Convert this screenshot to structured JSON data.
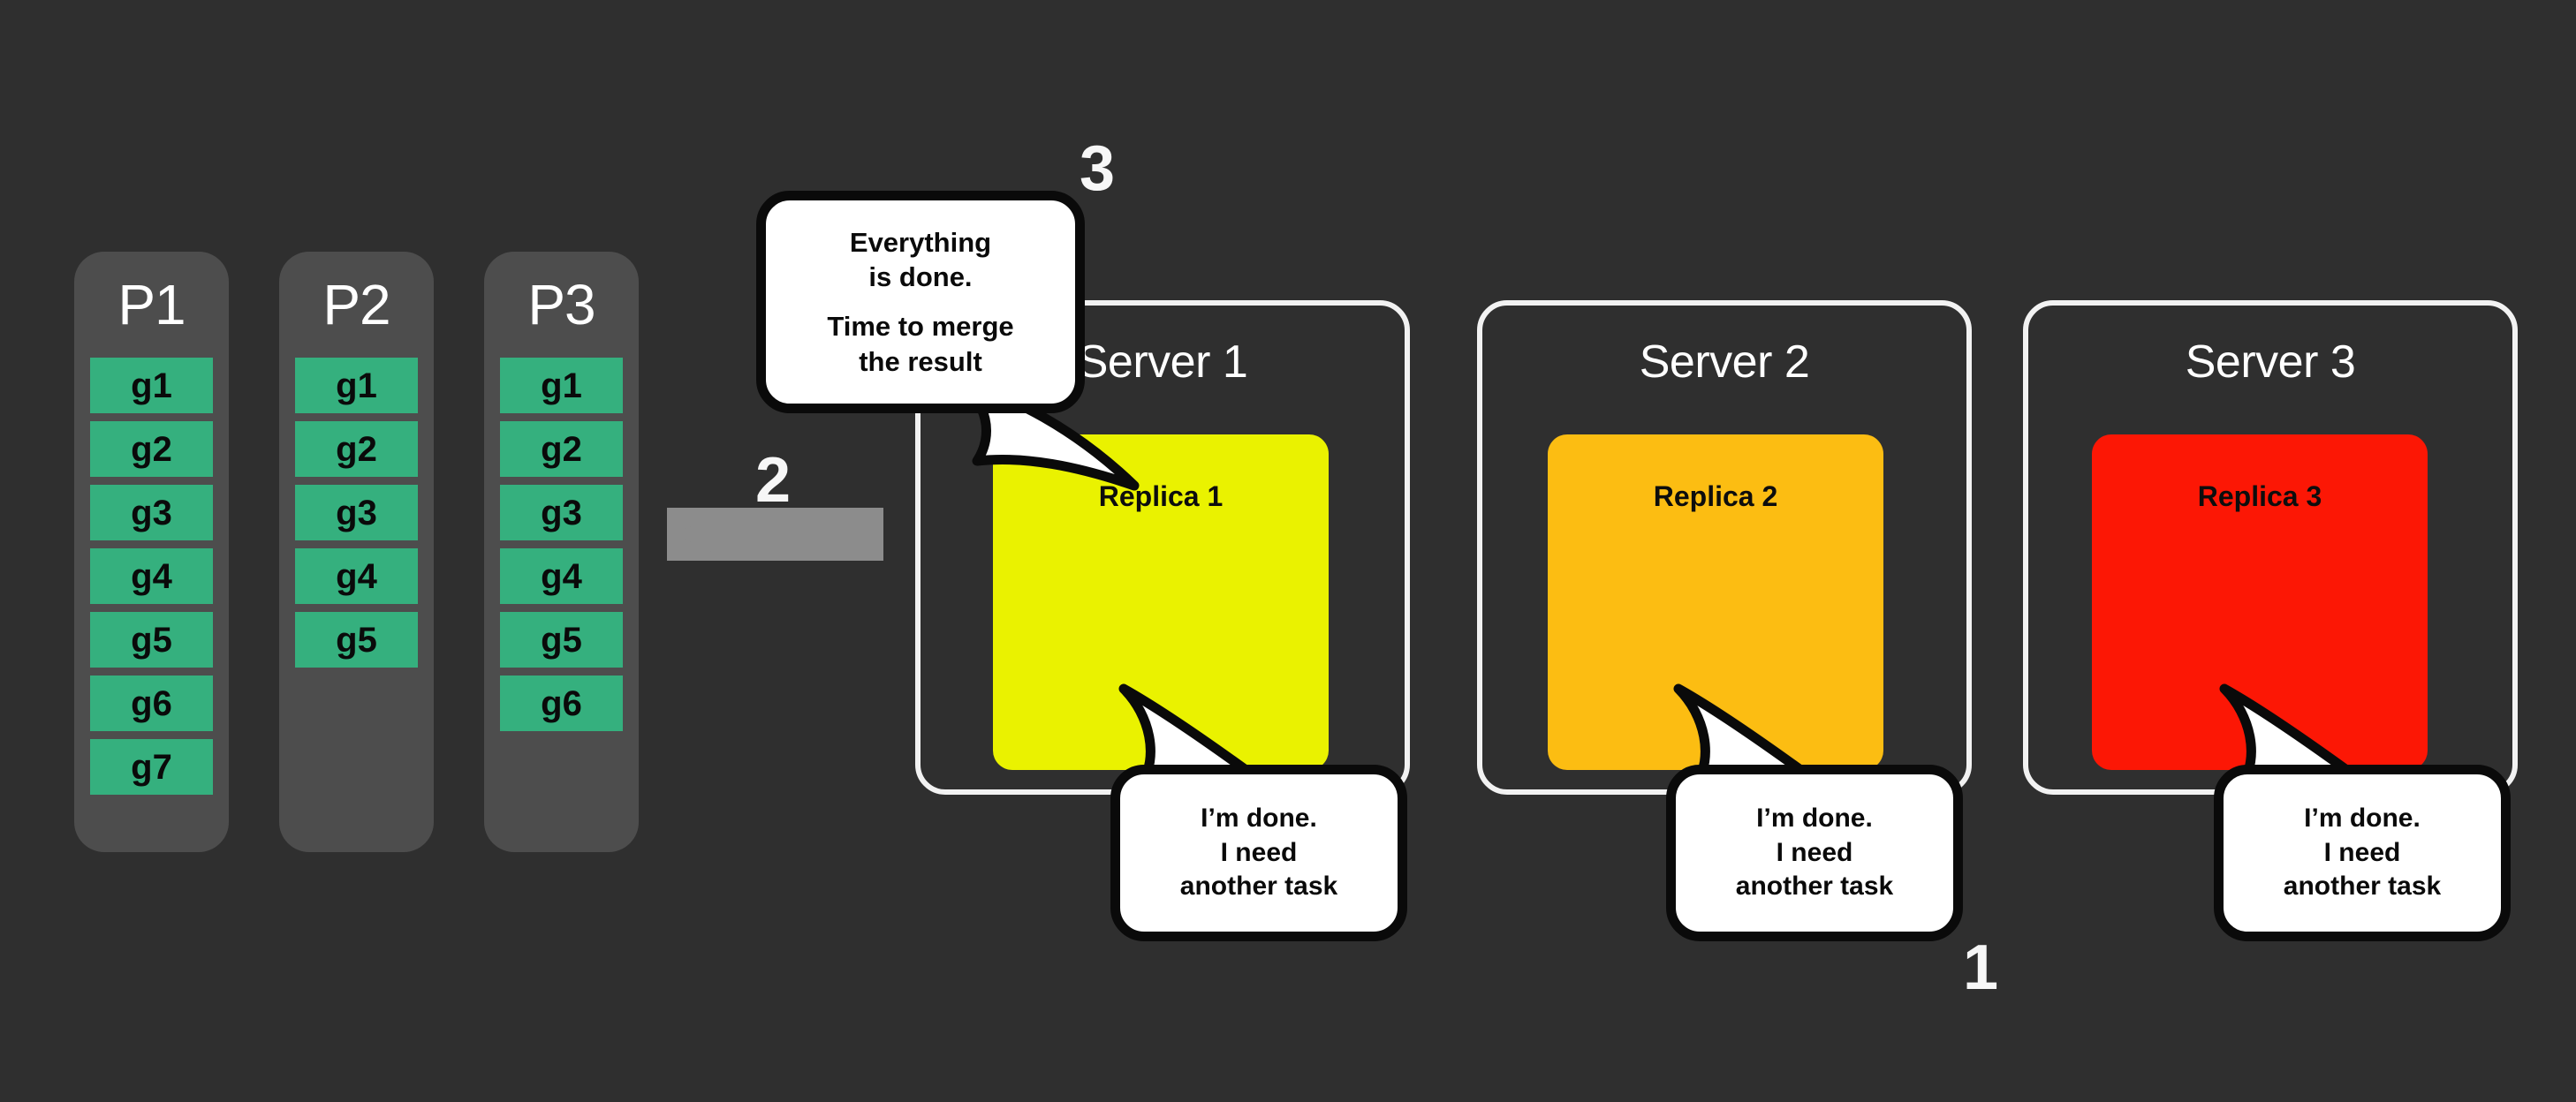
{
  "diagram": {
    "background_color": "#2f2f2f",
    "partitions": [
      {
        "label": "P1",
        "items": [
          "g1",
          "g2",
          "g3",
          "g4",
          "g5",
          "g6",
          "g7"
        ]
      },
      {
        "label": "P2",
        "items": [
          "g1",
          "g2",
          "g3",
          "g4",
          "g5"
        ]
      },
      {
        "label": "P3",
        "items": [
          "g1",
          "g2",
          "g3",
          "g4",
          "g5",
          "g6"
        ]
      }
    ],
    "partition_tile_color": "#35b07e",
    "partition_box_color": "#4d4d4d",
    "servers": [
      {
        "title": "Server 1",
        "replica_label": "Replica 1",
        "replica_color": "#eaf200"
      },
      {
        "title": "Server 2",
        "replica_label": "Replica 2",
        "replica_color": "#fcbd12"
      },
      {
        "title": "Server 3",
        "replica_label": "Replica 3",
        "replica_color": "#fc1705"
      }
    ],
    "merge_bubble": {
      "lines": [
        "Everything",
        "is done.",
        "Time to merge",
        "the result"
      ]
    },
    "done_bubble": {
      "lines": [
        "I’m done.",
        "I need",
        "another task"
      ]
    },
    "steps": {
      "one": "1",
      "two": "2",
      "three": "3"
    },
    "arrow": {
      "direction": "left",
      "color": "#8c8c8c"
    }
  }
}
